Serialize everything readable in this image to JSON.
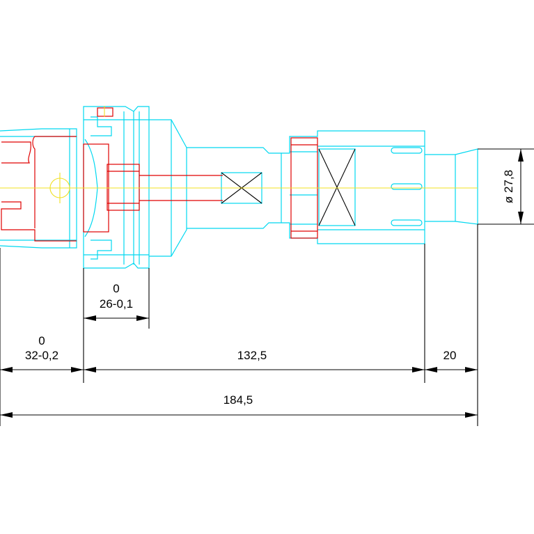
{
  "colors": {
    "background": "#ffffff",
    "outline": "#00d8f0",
    "section": "#e00000",
    "centerline": "#f0e020",
    "dimension": "#000000"
  },
  "dimensions": {
    "d1_upper": "0",
    "d1_lower": "26-0,1",
    "d2_upper": "0",
    "d2_lower": "32-0,2",
    "d3": "132,5",
    "d4": "20",
    "total": "184,5",
    "diameter": "ø 27,8"
  }
}
